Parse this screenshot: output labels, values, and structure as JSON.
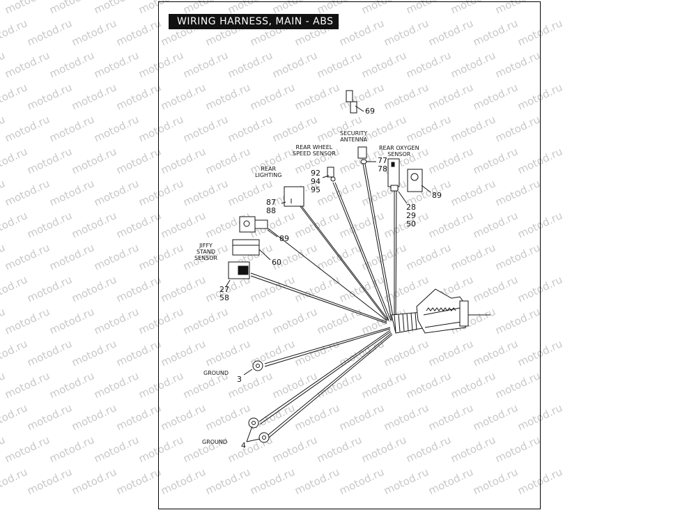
{
  "watermark": "motod.ru",
  "title": "WIRING HARNESS, MAIN - ABS",
  "labels": {
    "rear_lighting": "REAR\nLIGHTING",
    "rear_wheel_speed_sensor": "REAR WHEEL\nSPEED SENSOR",
    "security_antenna": "SECURITY\nANTENNA",
    "rear_oxygen_sensor": "REAR OXYGEN\nSENSOR",
    "jiffy_stand_sensor": "JIFFY\nSTAND\nSENSOR",
    "ground_upper": "GROUND",
    "ground_lower": "GROUND"
  },
  "callouts": {
    "n69": "69",
    "n77_78": "77\n78",
    "n92_94_95": "92\n94\n95",
    "n87_88": "87\n88",
    "n89_left": "89",
    "n89_right": "89",
    "n60": "60",
    "n28_29_50": "28\n29\n50",
    "n27_58": "27\n58",
    "n3": "3",
    "n4": "4"
  }
}
